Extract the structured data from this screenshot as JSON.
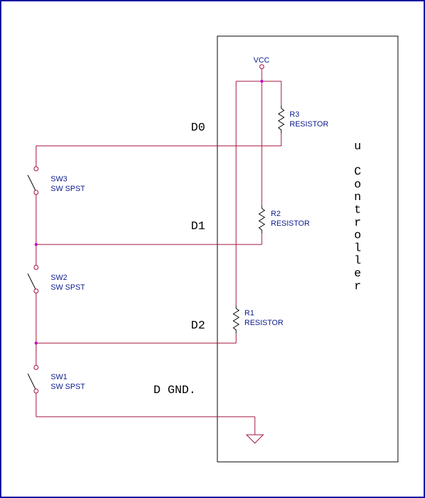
{
  "colors": {
    "wire": "#a0103a",
    "outline": "#000000",
    "label": "#0a1a8c",
    "node": "#c400c4",
    "border": "#1010a0"
  },
  "vcc": "VCC",
  "signals": {
    "d0": "D0",
    "d1": "D1",
    "d2": "D2",
    "gnd": "D GND."
  },
  "controller_label": "u Controller",
  "resistors": [
    {
      "ref": "R3",
      "type": "RESISTOR"
    },
    {
      "ref": "R2",
      "type": "RESISTOR"
    },
    {
      "ref": "R1",
      "type": "RESISTOR"
    }
  ],
  "switches": [
    {
      "ref": "SW3",
      "type": "SW SPST"
    },
    {
      "ref": "SW2",
      "type": "SW SPST"
    },
    {
      "ref": "SW1",
      "type": "SW SPST"
    }
  ],
  "ground_icon": "ground-symbol-icon"
}
